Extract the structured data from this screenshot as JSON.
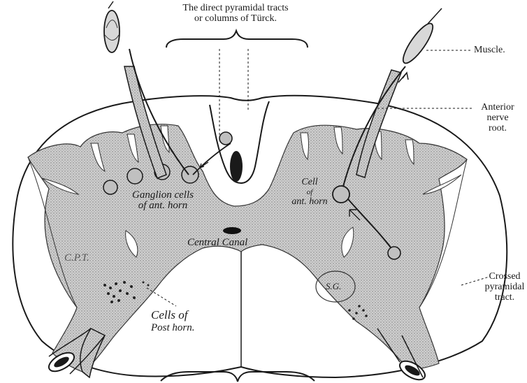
{
  "labels": {
    "title_line1": "The direct pyramidal tracts",
    "title_line2": "or columns of Türck.",
    "muscle": "Muscle.",
    "anterior_line1": "Anterior",
    "anterior_line2": "nerve",
    "anterior_line3": "root.",
    "crossed_line1": "Crossed",
    "crossed_line2": "pyramidal",
    "crossed_line3": "tract.",
    "ganglion_line1": "Ganglion cells",
    "ganglion_line2": "of ant. horn",
    "cell_line1": "Cell",
    "cell_line2": "of",
    "cell_line3": "ant. horn",
    "central_canal": "Central Canal",
    "cpt": "C.P.T.",
    "sg": "S.G.",
    "post_line1": "Cells of",
    "post_line2": "Post horn."
  },
  "colors": {
    "ink": "#1a1a1a",
    "grey_matter": "#c9c9c9",
    "white_matter": "#ffffff"
  }
}
